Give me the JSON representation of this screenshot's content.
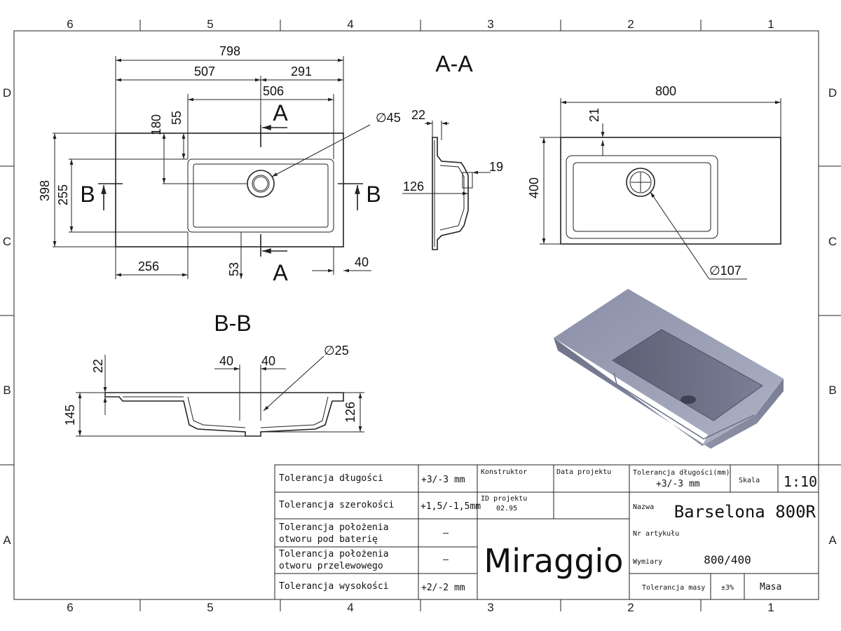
{
  "frame": {
    "columns": [
      "6",
      "5",
      "4",
      "3",
      "2",
      "1"
    ],
    "rows": [
      "D",
      "C",
      "B",
      "A"
    ]
  },
  "views": {
    "section_aa": "A-A",
    "section_bb": "B-B",
    "cut_a": "A",
    "cut_b": "B"
  },
  "top_view": {
    "overall_length": "798",
    "left_part": "507",
    "right_part": "291",
    "bowl_length": "506",
    "tap_hole": "∅45",
    "from_top_180": "180",
    "from_top_55": "55",
    "overall_depth": "398",
    "bowl_depth": "255",
    "bowl_offset": "256",
    "bottom_53": "53",
    "right_40": "40"
  },
  "section_a_view": {
    "rim_22": "22",
    "depth_126": "126",
    "drain_19": "19"
  },
  "right_view": {
    "width": "800",
    "depth": "400",
    "rim": "21",
    "drain": "∅107"
  },
  "section_b_view": {
    "rim_22": "22",
    "drain_gap_left": "40",
    "drain_gap_right": "40",
    "overflow": "∅25",
    "total_height": "145",
    "bowl_height": "126"
  },
  "title_block": {
    "length_tol_label": "Tolerancja długości",
    "length_tol_value": "+3/-3 mm",
    "width_tol_label": "Tolerancja szerokości",
    "width_tol_value": "+1,5/-1,5mm",
    "tap_pos_label_1": "Tolerancja położenia",
    "tap_pos_label_2": "otworu pod baterię",
    "tap_pos_value": "—",
    "overflow_pos_label_1": "Tolerancja położenia",
    "overflow_pos_label_2": "otworu przelewowego",
    "overflow_pos_value": "—",
    "height_tol_label": "Tolerancja wysokości",
    "height_tol_value": "+2/-2 mm",
    "designer_label": "Konstruktor",
    "date_label": "Data projektu",
    "project_id_label": "ID projektu",
    "project_id_value": "02.95",
    "brand": "Miraggio",
    "length_tol_mm_label": "Tolerancja długości(mm)",
    "length_tol_mm_value": "+3/-3 mm",
    "scale_label": "Skala",
    "scale_value": "1:10",
    "name_label": "Nazwa",
    "name_value": "Barselona 800R",
    "article_label": "Nr artykułu",
    "dimensions_label": "Wymiary",
    "dimensions_value": "800/400",
    "mass_tol_label": "Tolerancja masy",
    "mass_tol_value": "±3%",
    "mass_label": "Masa"
  }
}
